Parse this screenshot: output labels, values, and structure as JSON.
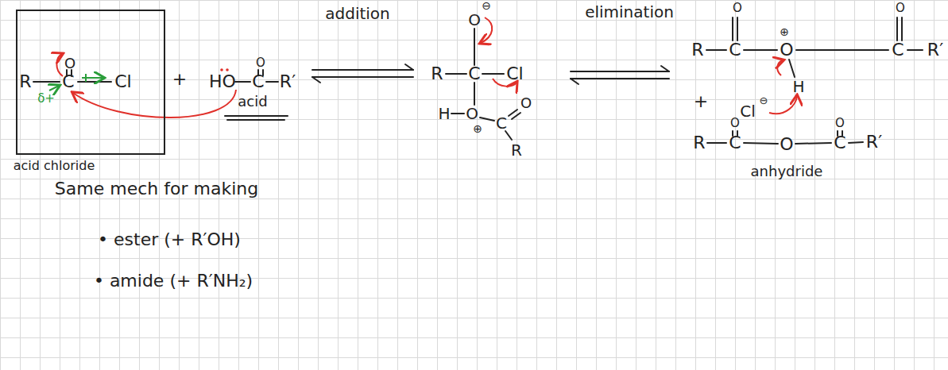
{
  "diagram": {
    "nodes": [
      {
        "text": [
          "O",
          "R",
          "C",
          "Cl",
          "δ+"
        ]
      }
    ],
    "labels": [
      "acid chloride",
      "+",
      "O",
      "HO",
      "C",
      "R′",
      "acid",
      "addition",
      "O",
      "⊖",
      "R",
      "C",
      "Cl",
      "H",
      "O",
      "⊕",
      "C",
      "O",
      "R",
      "elimination",
      "O",
      "R",
      "C",
      "⊕",
      "O",
      "O",
      "C",
      "R′",
      "H",
      "+",
      "Cl",
      "⊖",
      "O",
      "O",
      "R",
      "C",
      "O",
      "C",
      "R′",
      "anhydride",
      "Same mech for making",
      "• ester (+ R′OH)",
      "• amide (+ R′NH₂)"
    ]
  }
}
